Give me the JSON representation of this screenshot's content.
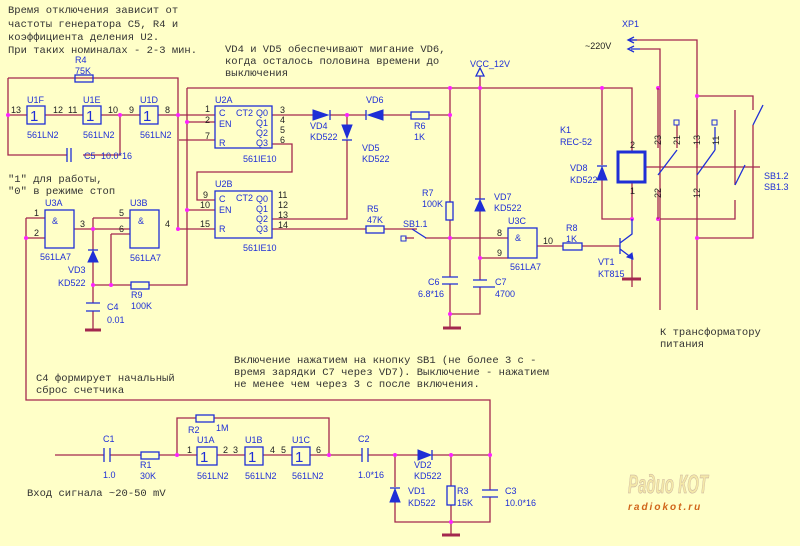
{
  "notes": {
    "timing": [
      "Время отключения зависит от",
      "частоты генератора C5, R4 и",
      "коэффициента деления U2.",
      "При таких номиналах - 2-3 мин."
    ],
    "blink": [
      "VD4 и VD5 обеспечивают мигание VD6,",
      "когда осталось половина времени до",
      "выключения"
    ],
    "mode": [
      "\"1\" для работы,",
      "\"0\" в режиме стоп"
    ],
    "switch": [
      "Включение нажатием на кнопку SB1 (не более 3 с -",
      "время зарядки C7 через VD7). Выключение - нажатием",
      "не менее чем через 3 с после включения."
    ],
    "reset": [
      "C4 формирует начальный",
      "сброс счетчика"
    ],
    "input": "Вход сигнала ~20-50 mV",
    "transformer": [
      "К трансформатору",
      "питания"
    ]
  },
  "power": {
    "vcc": "VCC_12V",
    "xp1": "XP1",
    "mains": "~220V"
  },
  "parts": {
    "R1": [
      "R1",
      "30K"
    ],
    "R2": [
      "R2",
      "1M"
    ],
    "R3": [
      "R3",
      "15K"
    ],
    "R4": [
      "R4",
      "75K"
    ],
    "R5": [
      "R5",
      "47K"
    ],
    "R6": [
      "R6",
      "1K"
    ],
    "R7": [
      "R7",
      "100K"
    ],
    "R8": [
      "R8",
      "1K"
    ],
    "R9": [
      "R9",
      "100K"
    ],
    "C1": [
      "C1",
      "1.0"
    ],
    "C2": [
      "C2",
      "1.0*16"
    ],
    "C3": [
      "C3",
      "10.0*16"
    ],
    "C4": [
      "C4",
      "0.01"
    ],
    "C5": [
      "C5",
      "10.0*16"
    ],
    "C6": [
      "C6",
      "6.8*16"
    ],
    "C7": [
      "C7",
      "4700"
    ],
    "VD1": [
      "VD1",
      "KD522"
    ],
    "VD2": [
      "VD2",
      "KD522"
    ],
    "VD3": [
      "VD3",
      "KD522"
    ],
    "VD4": [
      "VD4",
      "KD522"
    ],
    "VD5": [
      "VD5",
      "KD522"
    ],
    "VD6": [
      "VD6"
    ],
    "VD7": [
      "VD7",
      "KD522"
    ],
    "VD8": [
      "VD8",
      "KD522"
    ],
    "VT1": [
      "VT1",
      "KT815"
    ],
    "K1": [
      "K1",
      "REC-52"
    ],
    "SB11": "SB1.1",
    "SB12": [
      "SB1.2",
      "SB1.3"
    ]
  },
  "chips": {
    "inv_type": "561LN2",
    "nand_type": "561LA7",
    "cnt_type": "561IE10",
    "inv_sym": "1",
    "nand_sym": "&",
    "cnt_sym": "CT2",
    "U1A": {
      "ref": "U1A",
      "pins": [
        "1",
        "2"
      ]
    },
    "U1B": {
      "ref": "U1B",
      "pins": [
        "3",
        "4"
      ]
    },
    "U1C": {
      "ref": "U1C",
      "pins": [
        "5",
        "6"
      ]
    },
    "U1D": {
      "ref": "U1D",
      "pins": [
        "9",
        "8"
      ]
    },
    "U1E": {
      "ref": "U1E",
      "pins": [
        "11",
        "10"
      ]
    },
    "U1F": {
      "ref": "U1F",
      "pins": [
        "13",
        "12"
      ]
    },
    "U2A": {
      "ref": "U2A",
      "pins": [
        "1",
        "2",
        "7",
        "3",
        "4",
        "5",
        "6"
      ]
    },
    "U2B": {
      "ref": "U2B",
      "pins": [
        "9",
        "10",
        "15",
        "11",
        "12",
        "13",
        "14"
      ]
    },
    "U3A": {
      "ref": "U3A",
      "pins": [
        "1",
        "2",
        "3"
      ]
    },
    "U3B": {
      "ref": "U3B",
      "pins": [
        "5",
        "6",
        "4"
      ]
    },
    "U3C": {
      "ref": "U3C",
      "pins": [
        "8",
        "9",
        "10"
      ]
    },
    "cnt_in": [
      "C",
      "EN",
      "R"
    ],
    "cnt_out": [
      "Q0",
      "Q1",
      "Q2",
      "Q3"
    ]
  },
  "relay_pins": [
    "2",
    "1",
    "23",
    "22",
    "21",
    "13",
    "12",
    "11"
  ],
  "logo": {
    "title": "Радио КОТ",
    "url": "radiokot.ru"
  },
  "colors": {
    "background": "#ffffc8",
    "wire": "#a3284e",
    "component": "#1f2fd6",
    "junction": "#ff20ff"
  }
}
